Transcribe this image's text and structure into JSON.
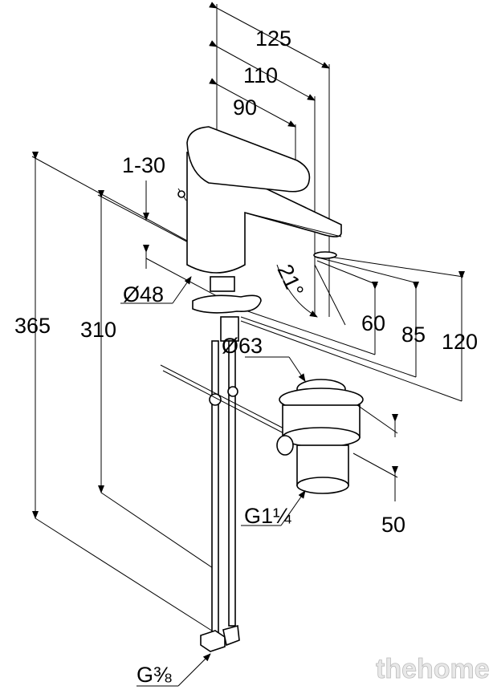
{
  "dimensions": {
    "d125": "125",
    "d110": "110",
    "d90": "90",
    "d1_30": "1-30",
    "d48": "Ø48",
    "angle": "21°",
    "d60": "60",
    "d85": "85",
    "d120": "120",
    "d365": "365",
    "d310": "310",
    "d63": "Ø63",
    "g114": "G1¼",
    "d50": "50",
    "g38": "G⅜"
  },
  "watermark": "thehome"
}
